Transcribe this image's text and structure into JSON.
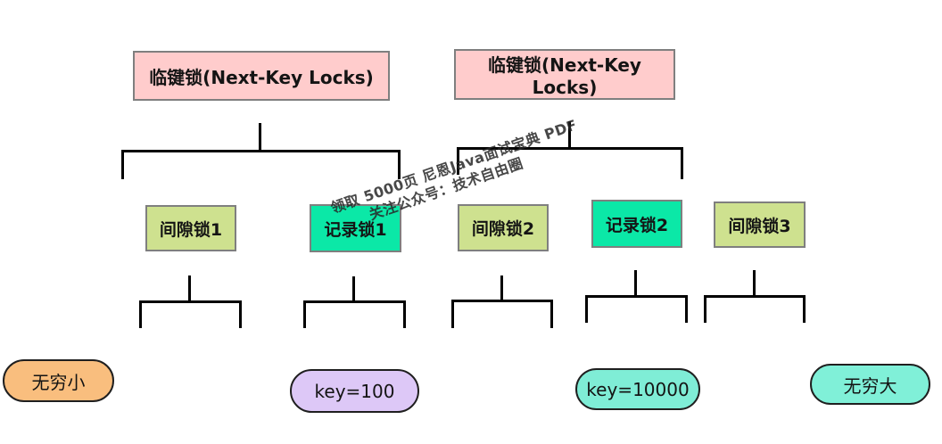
{
  "diagram": {
    "background_color": "#ffffff",
    "connector_color": "#000000",
    "top_nodes": [
      {
        "label": "临键锁(Next-Key Locks)",
        "fill": "#ffcccc",
        "border": "#7f7f7f"
      },
      {
        "label": "临键锁(Next-Key Locks)",
        "fill": "#ffcccc",
        "border": "#7f7f7f"
      }
    ],
    "mid_nodes": [
      {
        "label": "间隙锁1",
        "fill": "#cee18f",
        "border": "#7f7f7f"
      },
      {
        "label": "记录锁1",
        "fill": "#0be8a7",
        "border": "#7f7f7f"
      },
      {
        "label": "间隙锁2",
        "fill": "#cee18f",
        "border": "#7f7f7f"
      },
      {
        "label": "记录锁2",
        "fill": "#0be8a7",
        "border": "#7f7f7f"
      },
      {
        "label": "间隙锁3",
        "fill": "#cee18f",
        "border": "#7f7f7f"
      }
    ],
    "leaf_nodes": [
      {
        "label": "无穷小",
        "fill": "#f9be7e",
        "border": "#1f1f1f"
      },
      {
        "label": "key=100",
        "fill": "#ddc8f7",
        "border": "#1f1f1f"
      },
      {
        "label": "key=10000",
        "fill": "#7fedd6",
        "border": "#1f1f1f"
      },
      {
        "label": "无穷大",
        "fill": "#80f0d8",
        "border": "#1f1f1f"
      }
    ],
    "watermark": {
      "line1": "领取 5000页 尼恩Java面试宝典 PDF",
      "line2": "关注公众号：技术自由圈",
      "color": "#282828"
    }
  }
}
